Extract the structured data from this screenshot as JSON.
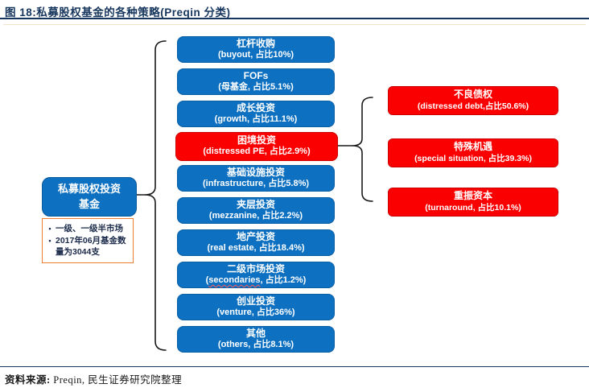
{
  "header": {
    "title": "图 18:私募股权基金的各种策略(Preqin 分类)"
  },
  "root_box": {
    "line1": "私募股权投资",
    "line2": "基金"
  },
  "note": {
    "bullets": [
      "一级、一级半市场",
      "2017年06月基金数量为3044支"
    ]
  },
  "middle_boxes": [
    {
      "title": "杠杆收购",
      "sub": "(buyout, 占比10%)",
      "color": "blue"
    },
    {
      "title": "FOFs",
      "sub": "(母基金, 占比5.1%)",
      "color": "blue"
    },
    {
      "title": "成长投资",
      "sub": "(growth, 占比11.1%)",
      "color": "blue"
    },
    {
      "title": "困境投资",
      "sub": "(distressed PE, 占比2.9%)",
      "color": "red"
    },
    {
      "title": "基础设施投资",
      "sub": "(infrastructure, 占比5.8%)",
      "color": "blue"
    },
    {
      "title": "夹层投资",
      "sub": "(mezzanine, 占比2.2%)",
      "color": "blue"
    },
    {
      "title": "地产投资",
      "sub": "(real estate, 占比18.4%)",
      "color": "blue"
    },
    {
      "title": "二级市场投资",
      "sub_open": "(",
      "sub_word": "secondaries",
      "sub_rest": ", 占比1.2%)",
      "color": "blue"
    },
    {
      "title": "创业投资",
      "sub": "(venture, 占比36%)",
      "color": "blue"
    },
    {
      "title": "其他",
      "sub": "(others, 占比8.1%)",
      "color": "blue"
    }
  ],
  "right_boxes": [
    {
      "title": "不良债权",
      "sub": "(distressed debt,占比50.6%)"
    },
    {
      "title": "特殊机遇",
      "sub": "(special situation, 占比39.3%)"
    },
    {
      "title": "重振资本",
      "sub": "(turnaround, 占比10.1%)"
    }
  ],
  "footer": {
    "source_label": "资料来源:",
    "source_text": "Preqin, 民生证券研究院整理"
  },
  "colors": {
    "node_blue": "#0d70c0",
    "node_red": "#fa0000",
    "title_navy": "#17365d",
    "note_border": "#ed7d31",
    "connector": "#1a1a1a"
  }
}
